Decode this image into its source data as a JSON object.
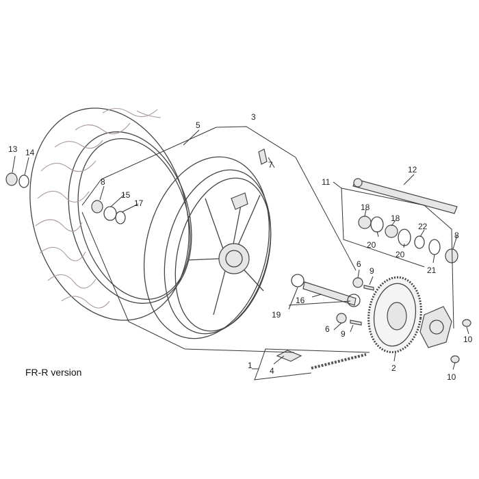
{
  "caption": "FR-R version",
  "callouts": [
    {
      "id": "c1",
      "label": "1"
    },
    {
      "id": "c2",
      "label": "2"
    },
    {
      "id": "c3",
      "label": "3"
    },
    {
      "id": "c4",
      "label": "4"
    },
    {
      "id": "c5",
      "label": "5"
    },
    {
      "id": "c6a",
      "label": "6"
    },
    {
      "id": "c6b",
      "label": "6"
    },
    {
      "id": "c7",
      "label": "7"
    },
    {
      "id": "c8a",
      "label": "8"
    },
    {
      "id": "c8b",
      "label": "8"
    },
    {
      "id": "c9a",
      "label": "9"
    },
    {
      "id": "c9b",
      "label": "9"
    },
    {
      "id": "c10a",
      "label": "10"
    },
    {
      "id": "c10b",
      "label": "10"
    },
    {
      "id": "c11",
      "label": "11"
    },
    {
      "id": "c12",
      "label": "12"
    },
    {
      "id": "c13",
      "label": "13"
    },
    {
      "id": "c14",
      "label": "14"
    },
    {
      "id": "c15",
      "label": "15"
    },
    {
      "id": "c16",
      "label": "16"
    },
    {
      "id": "c17",
      "label": "17"
    },
    {
      "id": "c18a",
      "label": "18"
    },
    {
      "id": "c18b",
      "label": "18"
    },
    {
      "id": "c19",
      "label": "19"
    },
    {
      "id": "c20a",
      "label": "20"
    },
    {
      "id": "c20b",
      "label": "20"
    },
    {
      "id": "c21",
      "label": "21"
    },
    {
      "id": "c22",
      "label": "22"
    }
  ]
}
